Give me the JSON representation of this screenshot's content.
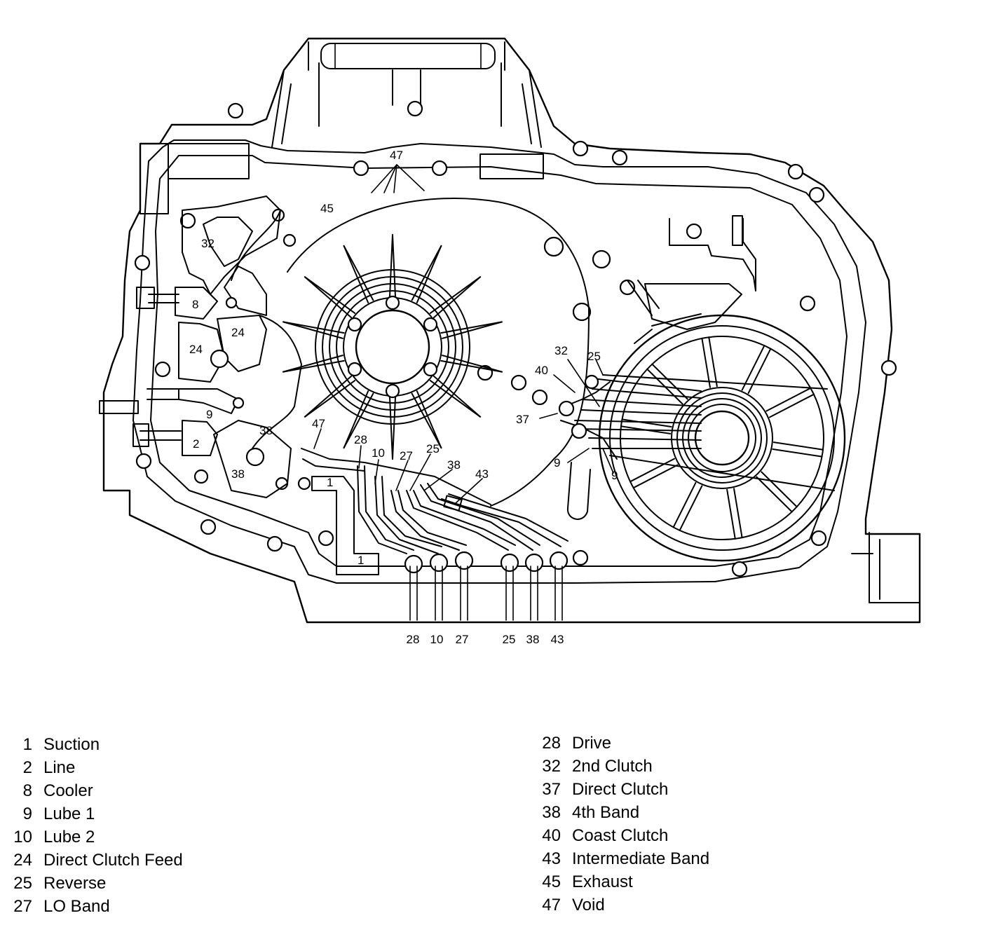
{
  "diagram": {
    "callouts": {
      "top_47": "47",
      "n45": "45",
      "n32_left": "32",
      "n8": "8",
      "n24_a": "24",
      "n24_b": "24",
      "n9_left": "9",
      "n2": "2",
      "n38_a": "38",
      "n38_b": "38",
      "n47_mid": "47",
      "n1_a": "1",
      "n1_b": "1",
      "n28": "28",
      "n10": "10",
      "n27": "27",
      "n25": "25",
      "n38_c": "38",
      "n43": "43",
      "r32": "32",
      "r25": "25",
      "r40": "40",
      "r37": "37",
      "r9_a": "9",
      "r9_b": "9"
    },
    "port_labels": [
      "28",
      "10",
      "27",
      "25",
      "38",
      "43"
    ]
  },
  "legend": {
    "left": [
      {
        "num": "1",
        "name": "Suction"
      },
      {
        "num": "2",
        "name": "Line"
      },
      {
        "num": "8",
        "name": "Cooler"
      },
      {
        "num": "9",
        "name": "Lube 1"
      },
      {
        "num": "10",
        "name": "Lube 2"
      },
      {
        "num": "24",
        "name": "Direct Clutch Feed"
      },
      {
        "num": "25",
        "name": "Reverse"
      },
      {
        "num": "27",
        "name": "LO Band"
      }
    ],
    "right": [
      {
        "num": "28",
        "name": "Drive"
      },
      {
        "num": "32",
        "name": "2nd Clutch"
      },
      {
        "num": "37",
        "name": "Direct Clutch"
      },
      {
        "num": "38",
        "name": "4th Band"
      },
      {
        "num": "40",
        "name": "Coast Clutch"
      },
      {
        "num": "43",
        "name": "Intermediate Band"
      },
      {
        "num": "45",
        "name": "Exhaust"
      },
      {
        "num": "47",
        "name": "Void"
      }
    ]
  }
}
